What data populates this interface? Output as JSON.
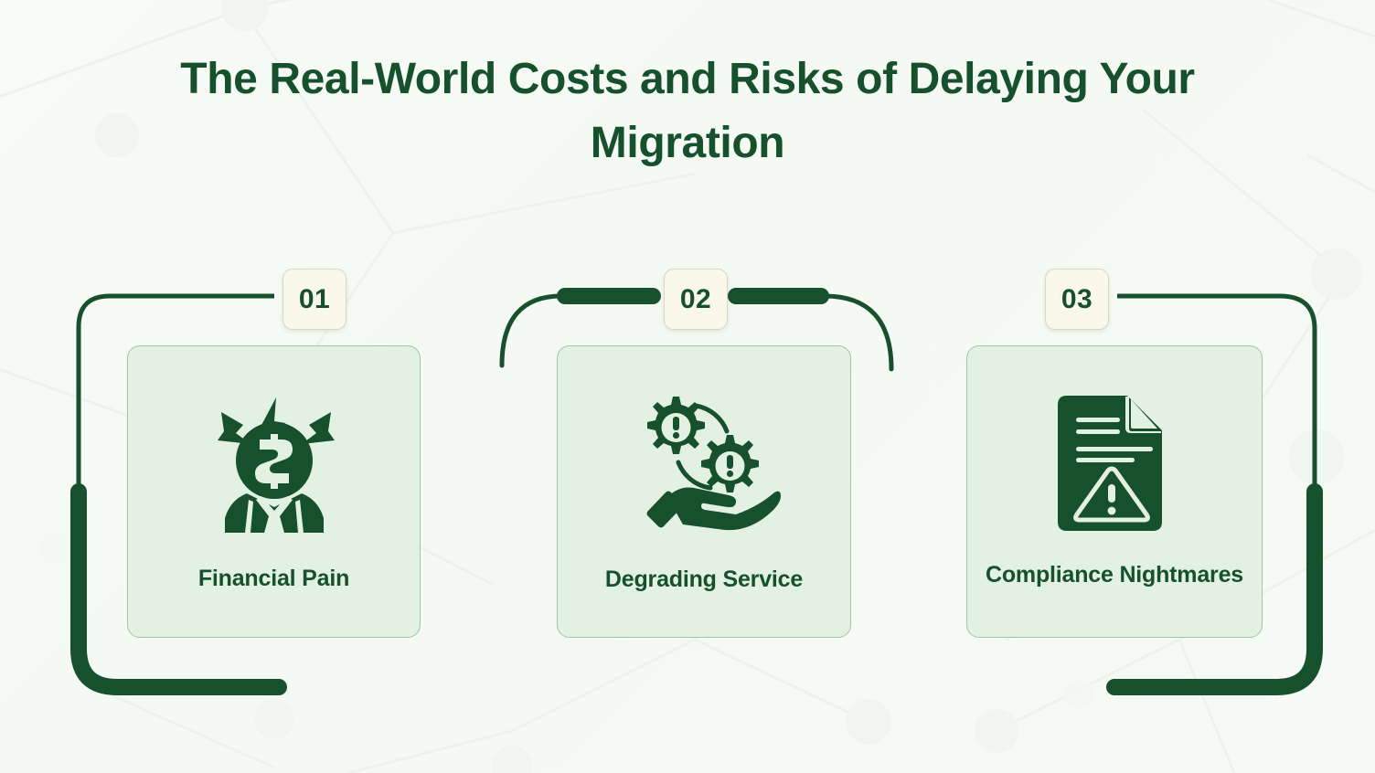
{
  "slide": {
    "title": "The Real-World Costs and Risks of Delaying Your Migration",
    "background_color": "#f7faf6",
    "accent_color": "#17502c",
    "card_color": "#e2f1e2",
    "badge_color": "#faf8ea"
  },
  "cards": [
    {
      "number": "01",
      "label": "Financial Pain",
      "icon": "stressed-money-person-icon"
    },
    {
      "number": "02",
      "label": "Degrading Service",
      "icon": "gears-warning-hand-icon"
    },
    {
      "number": "03",
      "label": "Compliance Nightmares",
      "icon": "document-warning-icon"
    }
  ]
}
